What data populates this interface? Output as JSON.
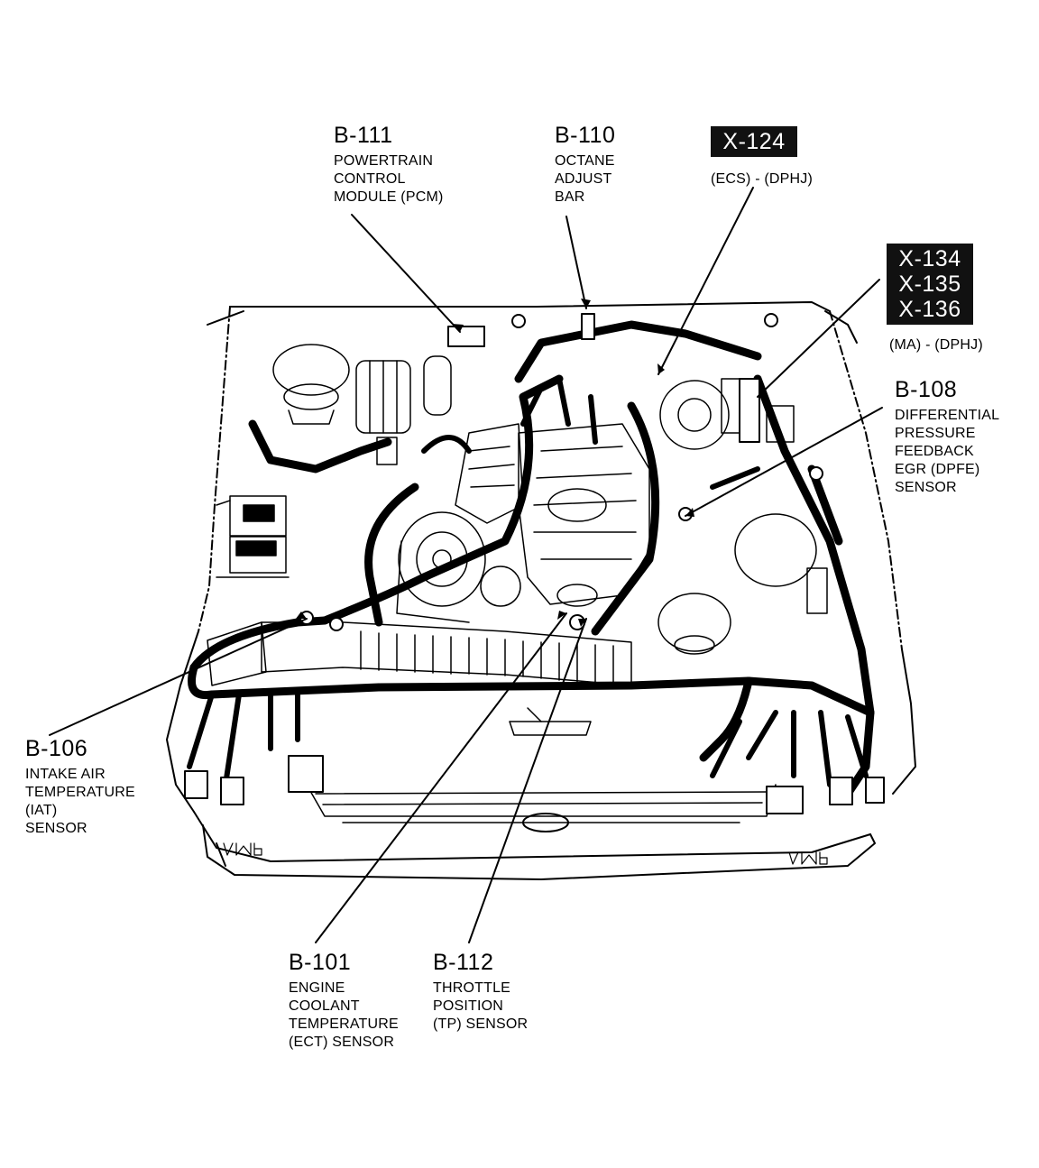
{
  "callouts": {
    "b111": {
      "code": "B-111",
      "desc": "POWERTRAIN\nCONTROL\nMODULE (PCM)"
    },
    "b110": {
      "code": "B-110",
      "desc": "OCTANE\nADJUST\nBAR"
    },
    "x124": {
      "code": "X-124",
      "sub": "(ECS) - (DPHJ)"
    },
    "x134_136": {
      "codes": [
        "X-134",
        "X-135",
        "X-136"
      ],
      "sub": "(MA) - (DPHJ)"
    },
    "b108": {
      "code": "B-108",
      "desc": "DIFFERENTIAL\nPRESSURE\nFEEDBACK\nEGR (DPFE)\nSENSOR"
    },
    "b106": {
      "code": "B-106",
      "desc": "INTAKE AIR\nTEMPERATURE\n(IAT)\nSENSOR"
    },
    "b101": {
      "code": "B-101",
      "desc": "ENGINE\nCOOLANT\nTEMPERATURE\n(ECT) SENSOR"
    },
    "b112": {
      "code": "B-112",
      "desc": "THROTTLE\nPOSITION\n(TP) SENSOR"
    }
  },
  "artist_marks": [
    "UMB",
    "UMB"
  ],
  "colors": {
    "ink": "#000000",
    "paper": "#ffffff",
    "box_fill": "#111111",
    "box_text": "#ffffff"
  }
}
